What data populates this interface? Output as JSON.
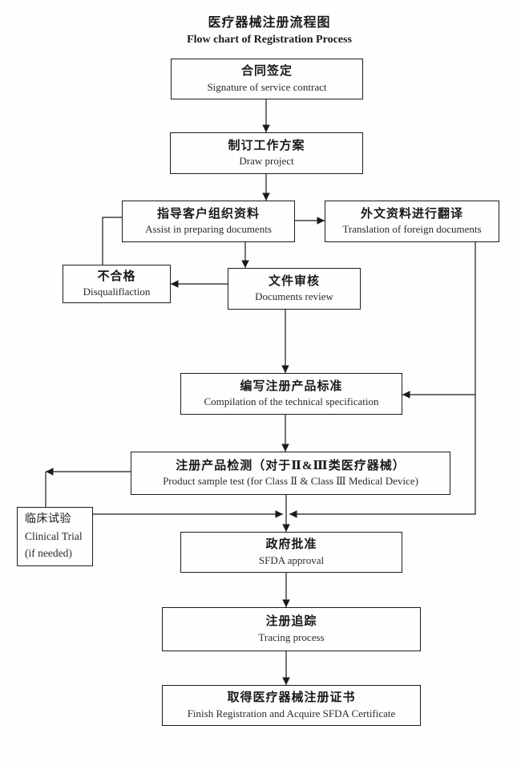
{
  "title": {
    "zh": "医疗器械注册流程图",
    "en": "Flow chart of Registration Process"
  },
  "nodes": {
    "contract": {
      "zh": "合同签定",
      "en": "Signature of service contract"
    },
    "plan": {
      "zh": "制订工作方案",
      "en": "Draw project"
    },
    "assist": {
      "zh": "指导客户组织资料",
      "en": "Assist in preparing documents"
    },
    "translation": {
      "zh": "外文资料进行翻译",
      "en": "Translation of foreign documents"
    },
    "disqualification": {
      "zh": "不合格",
      "en": "Disqualiflaction"
    },
    "review": {
      "zh": "文件审核",
      "en": "Documents review"
    },
    "compilation": {
      "zh": "编写注册产品标准",
      "en": "Compilation of the technical specification"
    },
    "sample_test": {
      "zh": "注册产品检测（对于Ⅱ&Ⅲ类医疗器械）",
      "en": "Product sample test (for Class Ⅱ & Class Ⅲ Medical Device)"
    },
    "clinical": {
      "zh": "临床试验",
      "en": "Clinical Trial",
      "note": "(if needed)"
    },
    "approval": {
      "zh": "政府批准",
      "en": "SFDA approval"
    },
    "tracing": {
      "zh": "注册追踪",
      "en": "Tracing process"
    },
    "certificate": {
      "zh": "取得医疗器械注册证书",
      "en": "Finish Registration and Acquire SFDA Certificate"
    }
  },
  "colors": {
    "line": "#1a1a1a",
    "background": "#ffffff",
    "text": "#1a1a1a"
  }
}
